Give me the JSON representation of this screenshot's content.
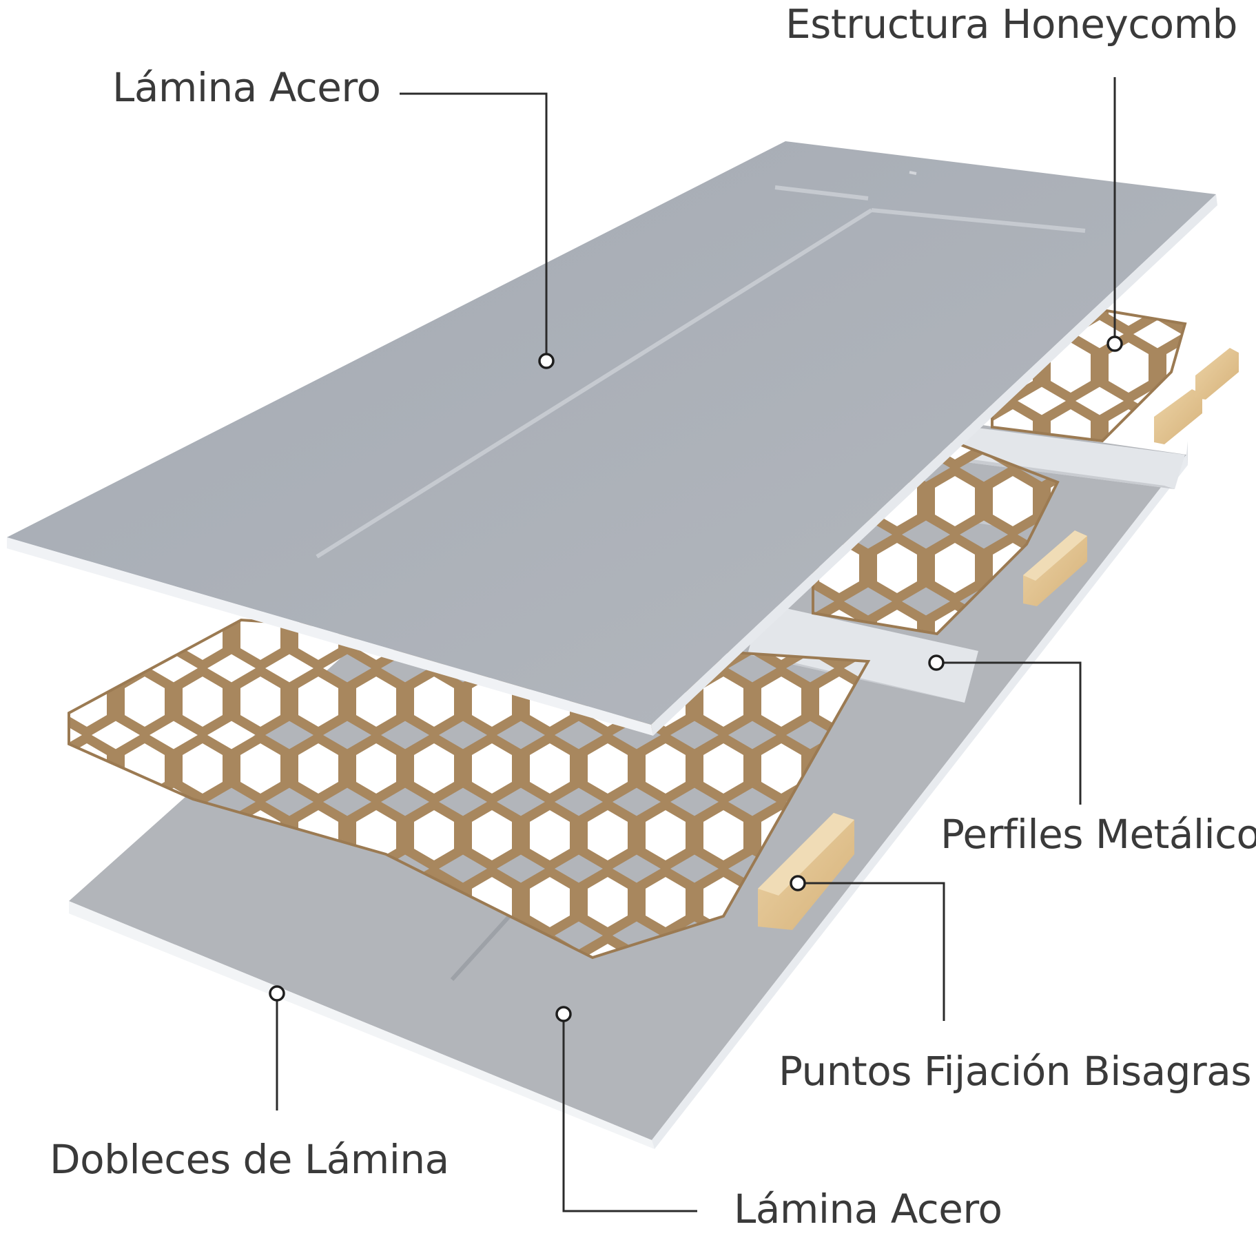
{
  "labels": {
    "top_steel_sheet": "Lámina Acero",
    "honeycomb_structure": "Estructura Honeycomb",
    "metal_profiles": "Perfiles Metálicos",
    "hinge_fixing_points": "Puntos Fijación Bisagras",
    "sheet_folds": "Dobleces de Lámina",
    "bottom_steel_sheet": "Lámina Acero"
  },
  "colors": {
    "steel_top": "#a9aeb6",
    "steel_edge": "#eef0f3",
    "steel_bottom": "#b3b6bb",
    "honeycomb": "#b08e64",
    "wood": "#e0c08a",
    "profile": "#dfe2e6",
    "leader_line": "#2b2b2b",
    "text": "#3a3a3a"
  }
}
